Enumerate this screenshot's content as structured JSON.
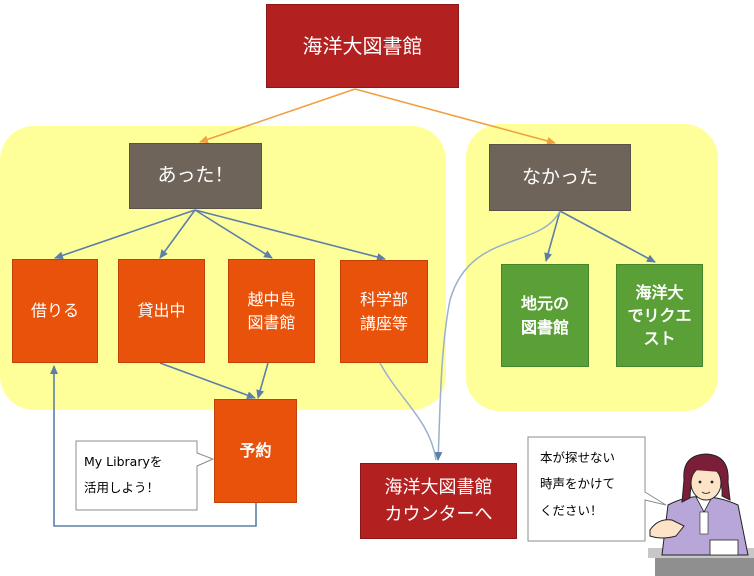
{
  "title": "海洋大図書館",
  "found": {
    "label": "あった！",
    "options": [
      {
        "name": "borrow",
        "label": "借りる"
      },
      {
        "name": "on-loan",
        "label": "貸出中"
      },
      {
        "name": "etchujima",
        "label": "越中島\n図書館"
      },
      {
        "name": "science",
        "label": "科学部\n講座等"
      }
    ],
    "reserve": "予約"
  },
  "not_found": {
    "label": "なかった",
    "options": [
      {
        "name": "local-library",
        "label": "地元の\n図書館"
      },
      {
        "name": "request",
        "label": "海洋大\nでリクエ\nスト"
      }
    ]
  },
  "counter": "海洋大図書館\nカウンターへ",
  "bubble_left": "My Libraryを\n活用しよう！",
  "bubble_right": "本が探せない\n時声をかけて\nください！",
  "colors": {
    "title": "#b22020",
    "panel": "#ffff99",
    "grey": "#6e6459",
    "orange": "#e8520a",
    "green": "#5aa036",
    "arrow_blue": "#5b7fa8",
    "arrow_orange": "#f0a040"
  }
}
